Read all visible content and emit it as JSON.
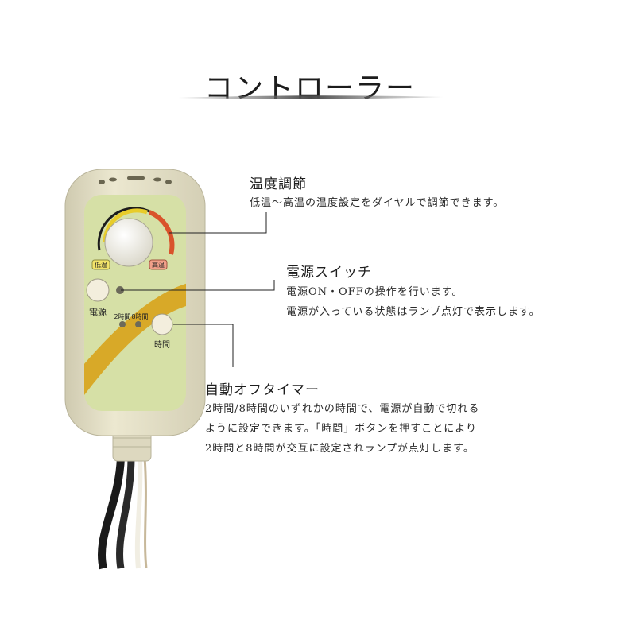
{
  "page": {
    "title": "コントローラー"
  },
  "device": {
    "dial_low_label": "低温",
    "dial_high_label": "高温",
    "power_button_label": "電源",
    "timer_2h_label": "2時間",
    "timer_8h_label": "8時間",
    "timer_button_label": "時間",
    "colors": {
      "body": "#e7e3c8",
      "panel": "#d6e0a6",
      "stripe": "#d8a928",
      "dial": "#f1efe6",
      "arc_yellow": "#e8cc2a",
      "arc_red": "#d9532b"
    }
  },
  "callouts": {
    "temperature": {
      "title": "温度調節",
      "lines": [
        "低温〜高温の温度設定をダイヤルで調節できます。"
      ]
    },
    "power": {
      "title": "電源スイッチ",
      "lines": [
        "電源ON・OFFの操作を行います。",
        "電源が入っている状態はランプ点灯で表示します。"
      ]
    },
    "timer": {
      "title": "自動オフタイマー",
      "lines": [
        "2時間/8時間のいずれかの時間で、電源が自動で切れる",
        "ように設定できます。「時間」ボタンを押すことにより",
        "2時間と8時間が交互に設定されランプが点灯します。"
      ]
    }
  }
}
